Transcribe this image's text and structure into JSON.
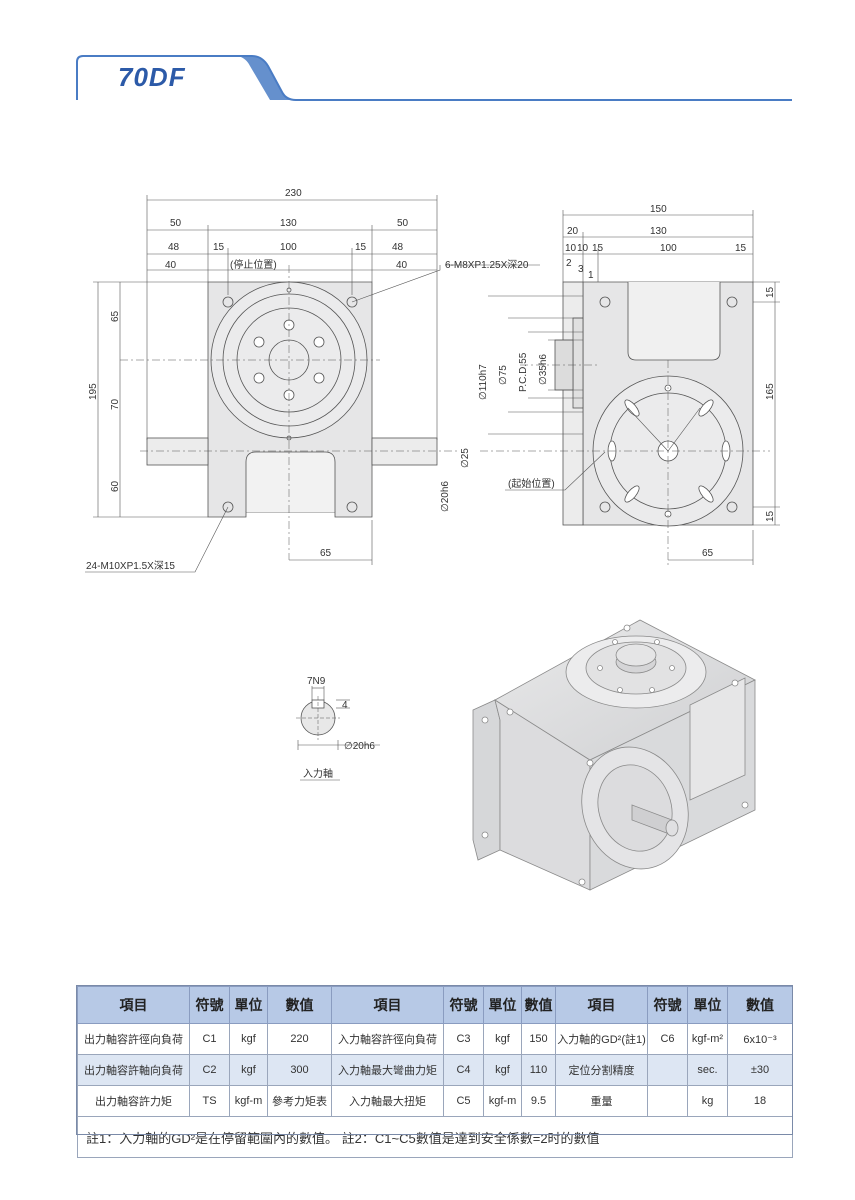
{
  "header": {
    "model": "70DF"
  },
  "drawing": {
    "front_view": {
      "dims_top": [
        "230",
        "50",
        "130",
        "50",
        "48",
        "15",
        "100",
        "15",
        "48",
        "40",
        "40"
      ],
      "stop_position_label": "(停止位置)",
      "bolt_note": "6-M8XP1.25X深20",
      "dims_left": [
        "65",
        "195",
        "70",
        "60"
      ],
      "dim_bottom": "65",
      "dia_25": "∅25",
      "dia_20h6": "∅20h6",
      "mount_note": "24-M10XP1.5X深15"
    },
    "side_view": {
      "dims_top": [
        "150",
        "20",
        "130",
        "10",
        "10",
        "15",
        "100",
        "15",
        "2",
        "3",
        "1"
      ],
      "dims_left": [
        "∅110h7",
        "∅75",
        "P.C.D.55",
        "∅35h6"
      ],
      "dims_right": [
        "15",
        "165",
        "15"
      ],
      "start_position_label": "(起始位置)",
      "dim_bottom": "65"
    },
    "shaft_detail": {
      "key_width": "7N9",
      "key_depth": "4",
      "diameter": "∅20h6",
      "label": "入力軸"
    }
  },
  "spec_table": {
    "headers": [
      "項目",
      "符號",
      "單位",
      "數值",
      "項目",
      "符號",
      "單位",
      "數值",
      "項目",
      "符號",
      "單位",
      "數值"
    ],
    "rows": [
      [
        "出力軸容許徑向負荷",
        "C1",
        "kgf",
        "220",
        "入力軸容許徑向負荷",
        "C3",
        "kgf",
        "150",
        "入力軸的GD²(註1)",
        "C6",
        "kgf-m²",
        "6x10⁻³"
      ],
      [
        "出力軸容許軸向負荷",
        "C2",
        "kgf",
        "300",
        "入力軸最大彎曲力矩",
        "C4",
        "kgf",
        "110",
        "定位分割精度",
        "",
        "sec.",
        "±30"
      ],
      [
        "出力軸容許力矩",
        "TS",
        "kgf-m",
        "參考力矩表",
        "入力軸最大扭矩",
        "C5",
        "kgf-m",
        "9.5",
        "重量",
        "",
        "kg",
        "18"
      ]
    ],
    "note": "註1：入力軸的GD²是在停留範圍內的數值。 註2：C1~C5數值是達到安全係數=2时的數值"
  }
}
